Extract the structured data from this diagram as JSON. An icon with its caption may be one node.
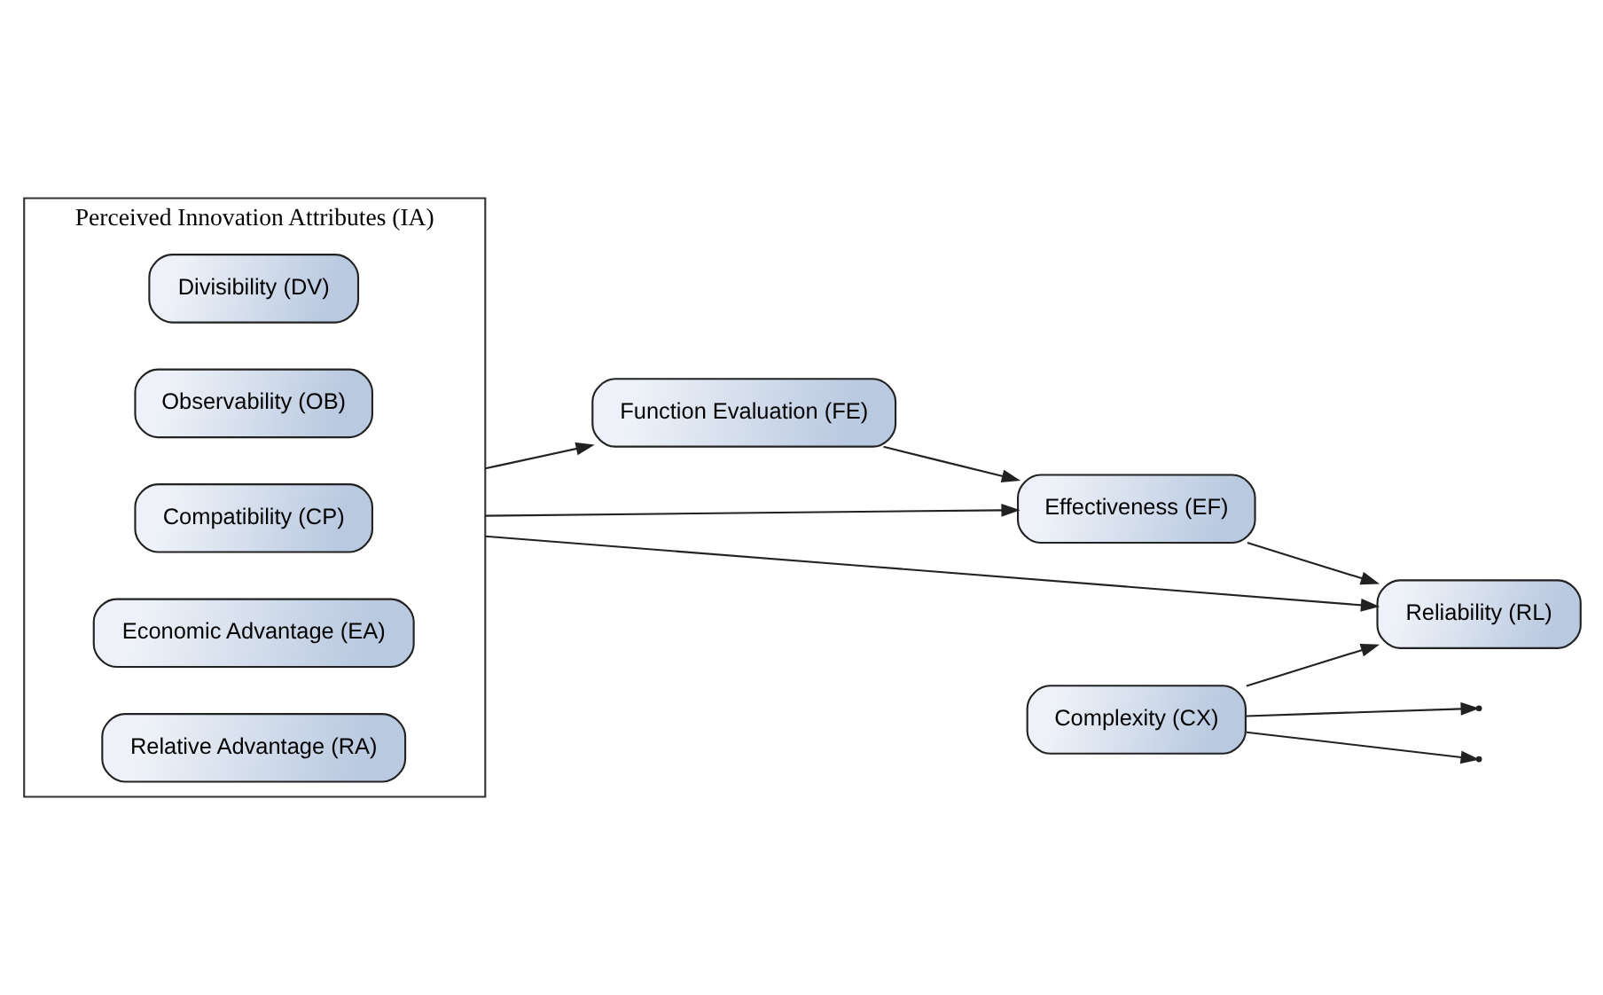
{
  "diagram": {
    "nodes": [
      {
        "text": [
          "Perceived Innovation Attributes (IA)"
        ]
      },
      {
        "text": [
          "Relative Advantage (RA)"
        ],
        "in": 0
      },
      {
        "text": [
          "Economic Advantage (EA)"
        ],
        "in": 0
      },
      {
        "text": [
          "Compatibility (CP)"
        ],
        "in": 0
      },
      {
        "text": [
          "Observability (OB)"
        ],
        "in": 0
      },
      {
        "text": [
          "Divisibility (DV)"
        ],
        "in": 0
      },
      {
        "text": [
          "Complexity (CX)"
        ]
      },
      {
        "text": [
          "Function Evaluation (FE)"
        ]
      },
      {
        "text": [
          "Effectiveness (EF)"
        ]
      },
      {
        "text": [
          "Reliability (RL)"
        ]
      }
    ],
    "edges": [
      {
        "from": 0,
        "to": 7,
        "arrow": "to"
      },
      {
        "from": 0,
        "to": 8,
        "arrow": "to"
      },
      {
        "from": 0,
        "to": 9,
        "arrow": "to"
      },
      {
        "from": 6,
        "to": null,
        "arrow": "to"
      },
      {
        "from": 6,
        "to": null,
        "arrow": "to"
      },
      {
        "from": 6,
        "to": 9,
        "arrow": "to"
      },
      {
        "from": 7,
        "to": 8,
        "arrow": "to"
      },
      {
        "from": 8,
        "to": 9,
        "arrow": "to"
      }
    ]
  }
}
